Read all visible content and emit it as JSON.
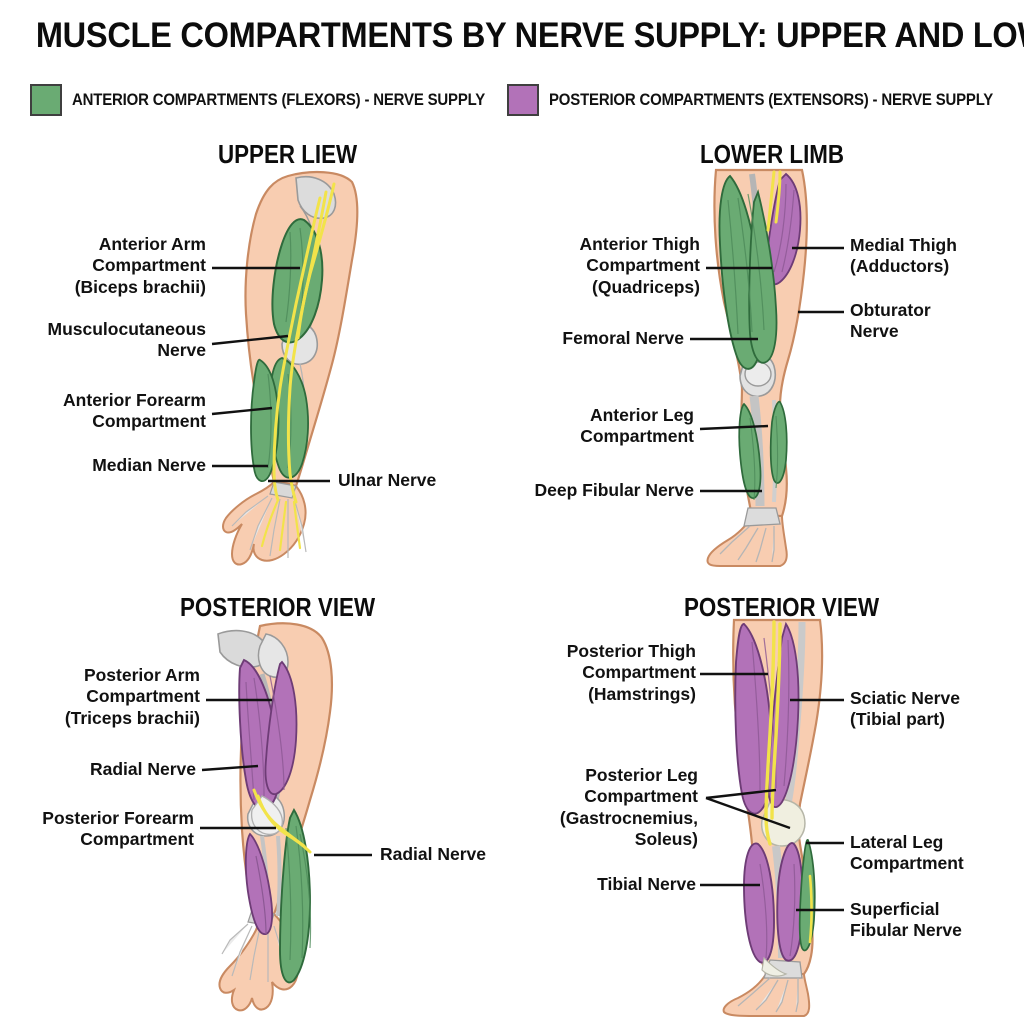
{
  "header": {
    "title": "MUSCLE COMPARTMENTS BY NERVE SUPPLY: UPPER AND LOWER LIMBS",
    "legend": [
      {
        "label": "ANTERIOR COMPARTMENTS (FLEXORS) - NERVE SUPPLY",
        "color": "#6aab73",
        "swatch_name": "green"
      },
      {
        "label": "POSTERIOR COMPARTMENTS (EXTENSORS) - NERVE SUPPLY",
        "color": "#b272b8",
        "swatch_name": "purple"
      }
    ]
  },
  "colors": {
    "anterior_green": "#6aab73",
    "posterior_purple": "#b272b8",
    "skin": "#f8cdb1",
    "skin_outline": "#c98a62",
    "bone": "#d9d9d9",
    "bone_outline": "#9a9a9a",
    "nerve_yellow": "#f2e34a",
    "muscle_green_outline": "#2f6b3c",
    "muscle_purple_outline": "#6e3c76",
    "leader_line": "#111111",
    "text": "#111111",
    "background": "#ffffff"
  },
  "panels": {
    "upper_anterior": {
      "heading": "UPPER LIEW",
      "labels_left": [
        {
          "name": "anterior-arm-compartment",
          "text": "Anterior Arm\nCompartment\n(Biceps brachii)"
        },
        {
          "name": "musculocutaneous-nerve",
          "text": "Musculocutaneous\nNerve"
        },
        {
          "name": "anterior-forearm-compartment",
          "text": "Anterior Forearm\nCompartment"
        },
        {
          "name": "median-nerve",
          "text": "Median Nerve"
        }
      ],
      "labels_right": [
        {
          "name": "ulnar-nerve",
          "text": "Ulnar Nerve"
        }
      ]
    },
    "lower_anterior": {
      "heading": "LOWER LIMB",
      "labels_left": [
        {
          "name": "anterior-thigh-compartment",
          "text": "Anterior Thigh\nCompartment\n(Quadriceps)"
        },
        {
          "name": "femoral-nerve",
          "text": "Femoral Nerve"
        },
        {
          "name": "anterior-leg-compartment",
          "text": "Anterior Leg\nCompartment"
        },
        {
          "name": "deep-fibular-nerve",
          "text": "Deep Fibular Nerve"
        }
      ],
      "labels_right": [
        {
          "name": "medial-thigh-adductors",
          "text": "Medial Thigh\n(Adductors)"
        },
        {
          "name": "obturator-nerve",
          "text": "Obturator\nNerve"
        }
      ]
    },
    "upper_posterior": {
      "heading": "POSTERIOR VIEW",
      "labels_left": [
        {
          "name": "posterior-arm-compartment",
          "text": "Posterior Arm\nCompartment\n(Triceps brachii)"
        },
        {
          "name": "radial-nerve-upper",
          "text": "Radial Nerve"
        },
        {
          "name": "posterior-forearm-compartment",
          "text": "Posterior Forearm\nCompartment"
        }
      ],
      "labels_right": [
        {
          "name": "radial-nerve-forearm",
          "text": "Radial Nerve"
        }
      ]
    },
    "lower_posterior": {
      "heading": "POSTERIOR VIEW",
      "labels_left": [
        {
          "name": "posterior-thigh-compartment",
          "text": "Posterior Thigh\nCompartment\n(Hamstrings)"
        },
        {
          "name": "posterior-leg-compartment",
          "text": "Posterior Leg\nCompartment\n(Gastrocnemius,\nSoleus)"
        },
        {
          "name": "tibial-nerve",
          "text": "Tibial Nerve"
        }
      ],
      "labels_right": [
        {
          "name": "sciatic-nerve-tibial-part",
          "text": "Sciatic Nerve\n(Tibial part)"
        },
        {
          "name": "lateral-leg-compartment",
          "text": "Lateral Leg\nCompartment"
        },
        {
          "name": "superficial-fibular-nerve",
          "text": "Superficial\nFibular Nerve"
        }
      ]
    }
  }
}
